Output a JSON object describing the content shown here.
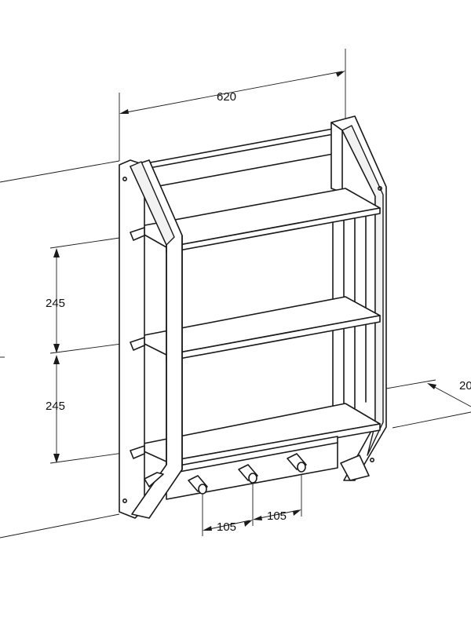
{
  "dimensions": {
    "width": "620",
    "shelf_spacing_upper": "245",
    "shelf_spacing_lower": "245",
    "depth": "20",
    "peg_spacing_left": "105",
    "peg_spacing_right": "105"
  },
  "colors": {
    "line": "#1a1a1a",
    "background": "#ffffff"
  }
}
